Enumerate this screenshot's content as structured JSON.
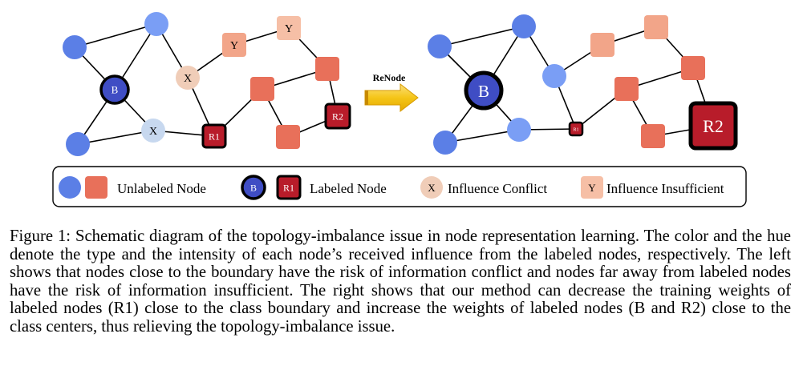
{
  "arrow_label": "ReNode",
  "left_nodes": {
    "labeled_b": "B",
    "labeled_r1": "R1",
    "labeled_r2": "R2",
    "conflict_1": "X",
    "conflict_2": "X",
    "insufficient_1": "Y",
    "insufficient_2": "Y"
  },
  "right_nodes": {
    "labeled_b": "B",
    "labeled_r1": "R1",
    "labeled_r2": "R2"
  },
  "legend": {
    "unlabeled": "Unlabeled Node",
    "labeled_b_glyph": "B",
    "labeled_r_glyph": "R1",
    "labeled": "Labeled Node",
    "conflict_glyph": "X",
    "conflict": "Influence Conflict",
    "insufficient_glyph": "Y",
    "insufficient": "Influence Insufficient"
  },
  "colors": {
    "blue_unlabeled": "#5b7fe6",
    "blue_light": "#7a9ef5",
    "blue_labeled": "#3f4dc4",
    "red_unlabeled": "#e8705a",
    "red_light": "#f2a589",
    "red_labeled": "#b81c2a",
    "conflict": "#f0cdb8",
    "insufficient": "#f6bfa6",
    "pale_blue": "#c7d8ef",
    "arrow": "#f5c518"
  },
  "caption": "Figure 1: Schematic diagram of the topology-imbalance issue in node representation learning. The color and the hue denote the type and the intensity of each node’s received influence from the labeled nodes, respectively. The left shows that nodes close to the boundary have the risk of information conflict and nodes far away from labeled nodes have the risk of information insufficient. The right shows that our method can decrease the training weights of labeled nodes (R1) close to the class boundary and increase the weights of labeled nodes (B and R2) close to the class centers, thus relieving the topology-imbalance issue."
}
